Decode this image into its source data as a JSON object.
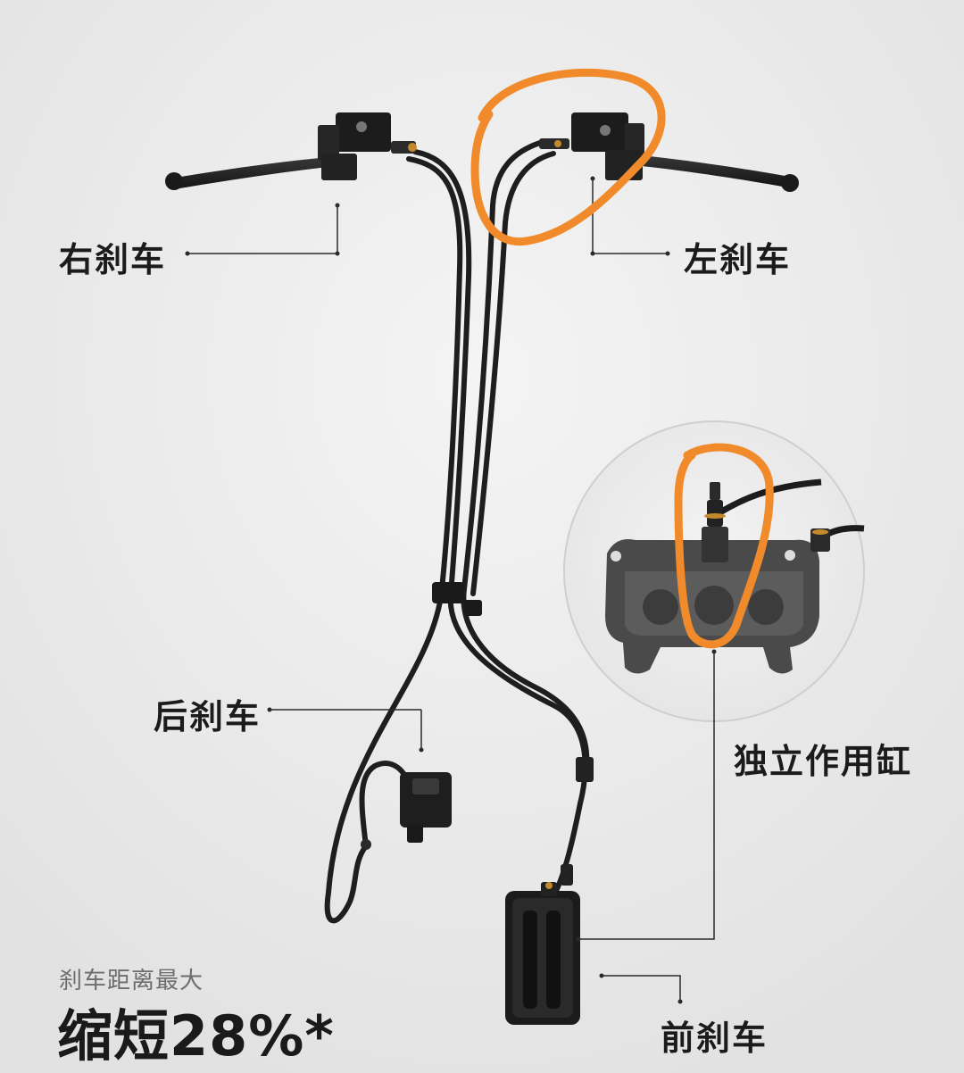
{
  "labels": {
    "right_brake": "右刹车",
    "left_brake": "左刹车",
    "rear_brake": "后刹车",
    "independent_cylinder": "独立作用缸",
    "front_brake": "前刹车"
  },
  "stat": {
    "caption": "刹车距离最大",
    "value": "缩短28%*"
  },
  "colors": {
    "background": "#e9e9e9",
    "highlight": "#f08a2a",
    "part": "#1f1f1f",
    "text": "#1b1b1b"
  }
}
